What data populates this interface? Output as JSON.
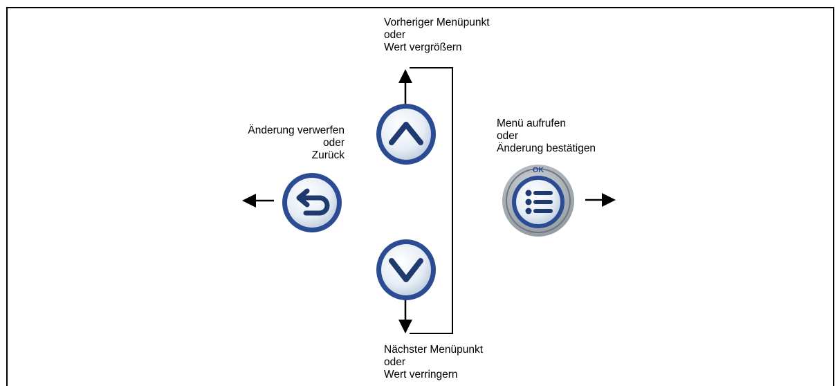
{
  "up_button": {
    "label_lines": [
      "Vorheriger Menüpunkt",
      "oder",
      "Wert vergrößern"
    ],
    "icon": "chevron-up-icon"
  },
  "down_button": {
    "label_lines": [
      "Nächster Menüpunkt",
      "oder",
      "Wert verringern"
    ],
    "icon": "chevron-down-icon"
  },
  "back_button": {
    "label_lines": [
      "Änderung verwerfen",
      "oder",
      "Zurück"
    ],
    "icon": "return-arrow-icon"
  },
  "ok_button": {
    "badge": "OK",
    "label_lines": [
      "Menü aufrufen",
      "oder",
      "Änderung bestätigen"
    ],
    "icon": "menu-list-icon"
  },
  "colors": {
    "button_ring": "#2b4b93",
    "button_face": "#e8eef5",
    "icon": "#1f3a6e",
    "ok_ring": "#9aa0a6",
    "line": "#000000"
  }
}
